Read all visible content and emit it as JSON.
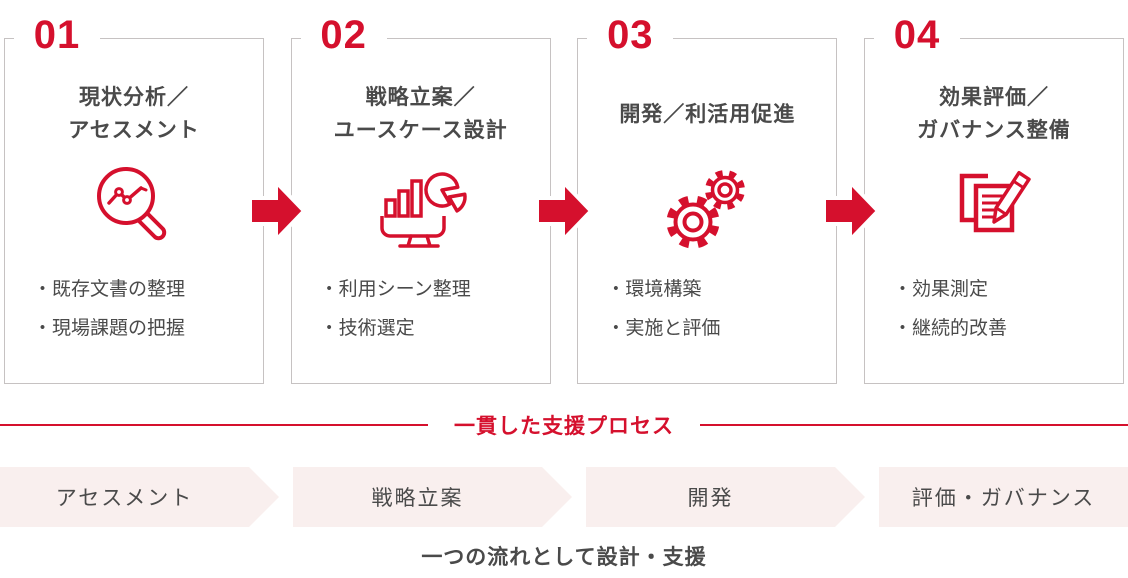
{
  "colors": {
    "accent_red": "#d5102d",
    "stage_bar_bg": "#f9efee",
    "text_dark": "#4a4a4a",
    "card_border": "#c6c2c2"
  },
  "steps": [
    {
      "number": "01",
      "title_line1": "現状分析／",
      "title_line2": "アセスメント",
      "icon": "magnifier-analytics-icon",
      "bullets": [
        "・既存文書の整理",
        "・現場課題の把握"
      ]
    },
    {
      "number": "02",
      "title_line1": "戦略立案／",
      "title_line2": "ユースケース設計",
      "icon": "monitor-charts-icon",
      "bullets": [
        "・利用シーン整理",
        "・技術選定"
      ]
    },
    {
      "number": "03",
      "title_line1": "開発／利活用促進",
      "icon": "gears-icon",
      "bullets": [
        "・環境構築",
        "・実施と評価"
      ]
    },
    {
      "number": "04",
      "title_line1": "効果評価／",
      "title_line2": "ガバナンス整備",
      "icon": "document-pencil-icon",
      "bullets": [
        "・効果測定",
        "・継続的改善"
      ]
    }
  ],
  "process_band": {
    "title": "一貫した支援プロセス",
    "stages": [
      "アセスメント",
      "戦略立案",
      "開発",
      "評価・ガバナンス"
    ],
    "caption": "一つの流れとして設計・支援"
  }
}
